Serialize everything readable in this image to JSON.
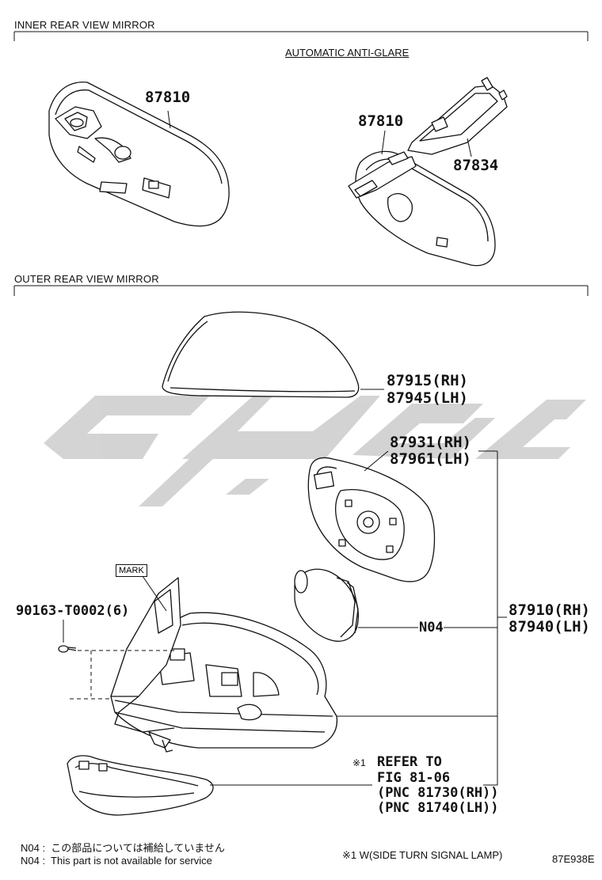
{
  "sections": {
    "inner": "INNER REAR VIEW MIRROR",
    "outer": "OUTER REAR VIEW MIRROR"
  },
  "inner": {
    "anti_glare_label": "AUTOMATIC ANTI-GLARE",
    "part_a": "87810",
    "part_b": "87810",
    "part_c": "87834"
  },
  "outer": {
    "cover_rh": "87915(RH)",
    "cover_lh": "87945(LH)",
    "glass_rh": "87931(RH)",
    "glass_lh": "87961(LH)",
    "assy_rh": "87910(RH)",
    "assy_lh": "87940(LH)",
    "n04": "N04",
    "mark": "MARK",
    "screw": "90163-T0002(6)",
    "ref_mark": "※1",
    "ref_lines": [
      "REFER TO",
      "FIG 81-06",
      "(PNC 81730(RH))",
      "(PNC 81740(LH))"
    ]
  },
  "footer": {
    "note_jp": "N04 :  この部品については補給していません",
    "note_en": "N04 :  This part is not available for service",
    "legend": "※1 W(SIDE TURN SIGNAL LAMP)",
    "code": "87E938E"
  },
  "colors": {
    "line": "#111111",
    "watermark": "#cfcfcf"
  }
}
